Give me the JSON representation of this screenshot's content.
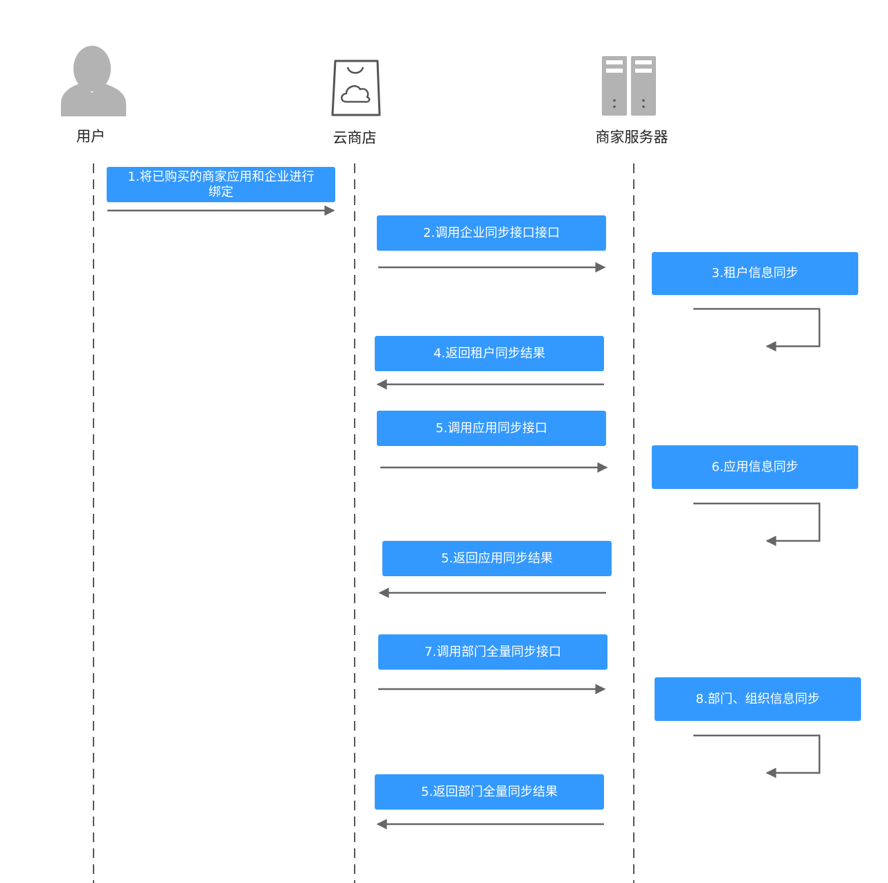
{
  "actors": {
    "user": {
      "label": "用户",
      "icon": "user-icon"
    },
    "cloud_store": {
      "label": "云商店",
      "icon": "shopping-bag-cloud-icon"
    },
    "merchant_server": {
      "label": "商家服务器",
      "icon": "server-icon"
    }
  },
  "steps": [
    {
      "id": "s1",
      "label": "1.将已购买的商家应用和企业进行绑定",
      "line1": "1.将已购买的商家应用和企业进行",
      "line2": "绑定",
      "from": "user",
      "to": "cloud_store"
    },
    {
      "id": "s2",
      "label": "2.调用企业同步接口接口",
      "from": "cloud_store",
      "to": "merchant_server"
    },
    {
      "id": "s3",
      "label": "3.租户信息同步",
      "from": "merchant_server",
      "to": "merchant_server"
    },
    {
      "id": "s4",
      "label": "4.返回租户同步结果",
      "from": "merchant_server",
      "to": "cloud_store"
    },
    {
      "id": "s5",
      "label": "5.调用应用同步接口",
      "from": "cloud_store",
      "to": "merchant_server"
    },
    {
      "id": "s6",
      "label": "6.应用信息同步",
      "from": "merchant_server",
      "to": "merchant_server"
    },
    {
      "id": "s7",
      "label": "5.返回应用同步结果",
      "from": "merchant_server",
      "to": "cloud_store"
    },
    {
      "id": "s8",
      "label": "7.调用部门全量同步接口",
      "from": "cloud_store",
      "to": "merchant_server"
    },
    {
      "id": "s9",
      "label": "8.部门、组织信息同步",
      "from": "merchant_server",
      "to": "merchant_server"
    },
    {
      "id": "s10",
      "label": "5.返回部门全量同步结果",
      "from": "merchant_server",
      "to": "cloud_store"
    }
  ],
  "colors": {
    "step_box": "#3399ff",
    "step_text": "#ffffff",
    "arrow": "#666666",
    "lifeline": "#555555",
    "icon_gray": "#b3b3b3"
  }
}
